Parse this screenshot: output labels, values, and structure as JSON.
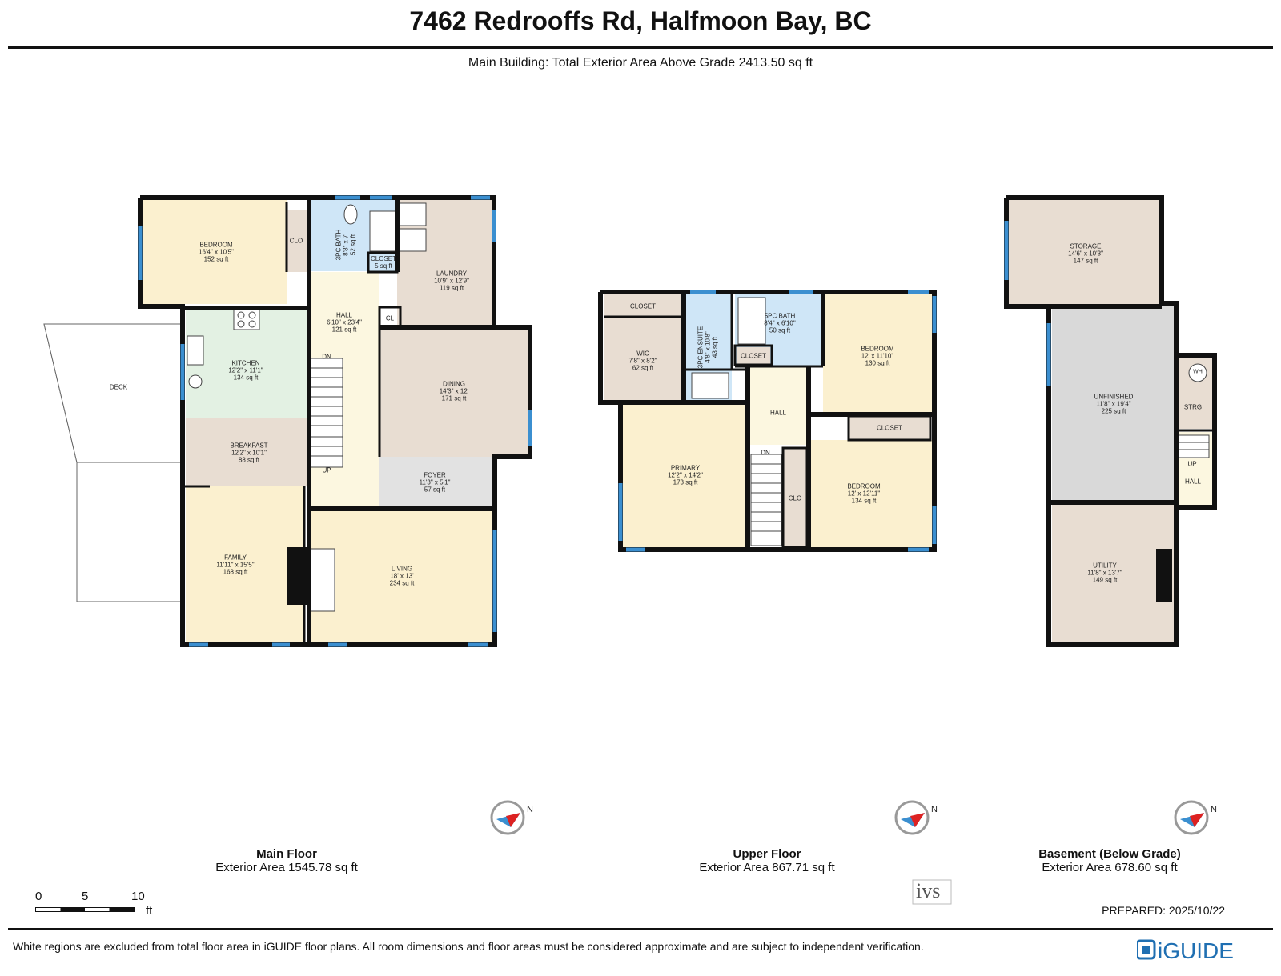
{
  "header": {
    "title": "7462 Redrooffs Rd, Halfmoon Bay, BC",
    "subtitle": "Main Building: Total Exterior Area Above Grade 2413.50 sq ft"
  },
  "floors": [
    {
      "name": "Main Floor",
      "area": "Exterior Area 1545.78 sq ft"
    },
    {
      "name": "Upper Floor",
      "area": "Exterior Area 867.71 sq ft"
    },
    {
      "name": "Basement (Below Grade)",
      "area": "Exterior Area 678.60 sq ft"
    }
  ],
  "rooms": {
    "main_bedroom": {
      "name": "BEDROOM",
      "dim": "16'4\" x 10'5\"",
      "area": "152 sq ft"
    },
    "main_bath": {
      "name": "3PC BATH",
      "dim": "8'8\" x 7'",
      "area": "52 sq ft"
    },
    "main_closet": {
      "name": "CLOSET",
      "area": "5 sq ft"
    },
    "laundry": {
      "name": "LAUNDRY",
      "dim": "10'9\" x 12'9\"",
      "area": "119 sq ft"
    },
    "main_hall": {
      "name": "HALL",
      "dim": "6'10\" x 23'4\"",
      "area": "121 sq ft"
    },
    "kitchen": {
      "name": "KITCHEN",
      "dim": "12'2\" x 11'1\"",
      "area": "134 sq ft"
    },
    "dining": {
      "name": "DINING",
      "dim": "14'3\" x 12'",
      "area": "171 sq ft"
    },
    "breakfast": {
      "name": "BREAKFAST",
      "dim": "12'2\" x 10'1\"",
      "area": "88 sq ft"
    },
    "foyer": {
      "name": "FOYER",
      "dim": "11'3\" x 5'1\"",
      "area": "57 sq ft"
    },
    "family": {
      "name": "FAMILY",
      "dim": "11'11\" x 15'5\"",
      "area": "168 sq ft"
    },
    "living": {
      "name": "LIVING",
      "dim": "18' x 13'",
      "area": "234 sq ft"
    },
    "wic": {
      "name": "WIC",
      "dim": "7'8\" x 8'2\"",
      "area": "62 sq ft"
    },
    "ensuite": {
      "name": "3PC ENSUITE",
      "dim": "4'8\" x 10'8\"",
      "area": "43 sq ft"
    },
    "bath5": {
      "name": "5PC BATH",
      "dim": "8'4\" x 6'10\"",
      "area": "50 sq ft"
    },
    "up_bedroom1": {
      "name": "BEDROOM",
      "dim": "12' x 11'10\"",
      "area": "130 sq ft"
    },
    "primary": {
      "name": "PRIMARY",
      "dim": "12'2\" x 14'2\"",
      "area": "173 sq ft"
    },
    "up_bedroom2": {
      "name": "BEDROOM",
      "dim": "12' x 12'11\"",
      "area": "134 sq ft"
    },
    "storage": {
      "name": "STORAGE",
      "dim": "14'6\" x 10'3\"",
      "area": "147 sq ft"
    },
    "unfinished": {
      "name": "UNFINISHED",
      "dim": "11'8\" x 19'4\"",
      "area": "225 sq ft"
    },
    "utility": {
      "name": "UTILITY",
      "dim": "11'8\" x 13'7\"",
      "area": "149 sq ft"
    }
  },
  "small_labels": {
    "clo": "CLO",
    "cl": "CL",
    "dn": "DN",
    "up": "UP",
    "deck": "DECK",
    "closet": "CLOSET",
    "hall": "HALL",
    "wh": "WH",
    "strg": "STRG"
  },
  "scale": {
    "t0": "0",
    "t5": "5",
    "t10": "10",
    "unit": "ft"
  },
  "compass_letter": "N",
  "logo_text": "ivs",
  "prepared": "PREPARED: 2025/10/22",
  "footer": "White regions are excluded from total floor area in iGUIDE floor plans. All room dimensions and floor areas must be considered approximate and are subject to independent verification.",
  "brand": "iGUIDE",
  "colors": {
    "wall": "#111111",
    "window": "#3b8fd0",
    "bedroom": "#fbf0cf",
    "bath": "#cfe6f7",
    "utility": "#e8ddd2",
    "kitchen": "#e3f1e3",
    "hall": "#fcf7e0",
    "foyer": "#e2e2e2",
    "unfinished": "#d9d9d9",
    "brand": "#1f6fb2"
  }
}
